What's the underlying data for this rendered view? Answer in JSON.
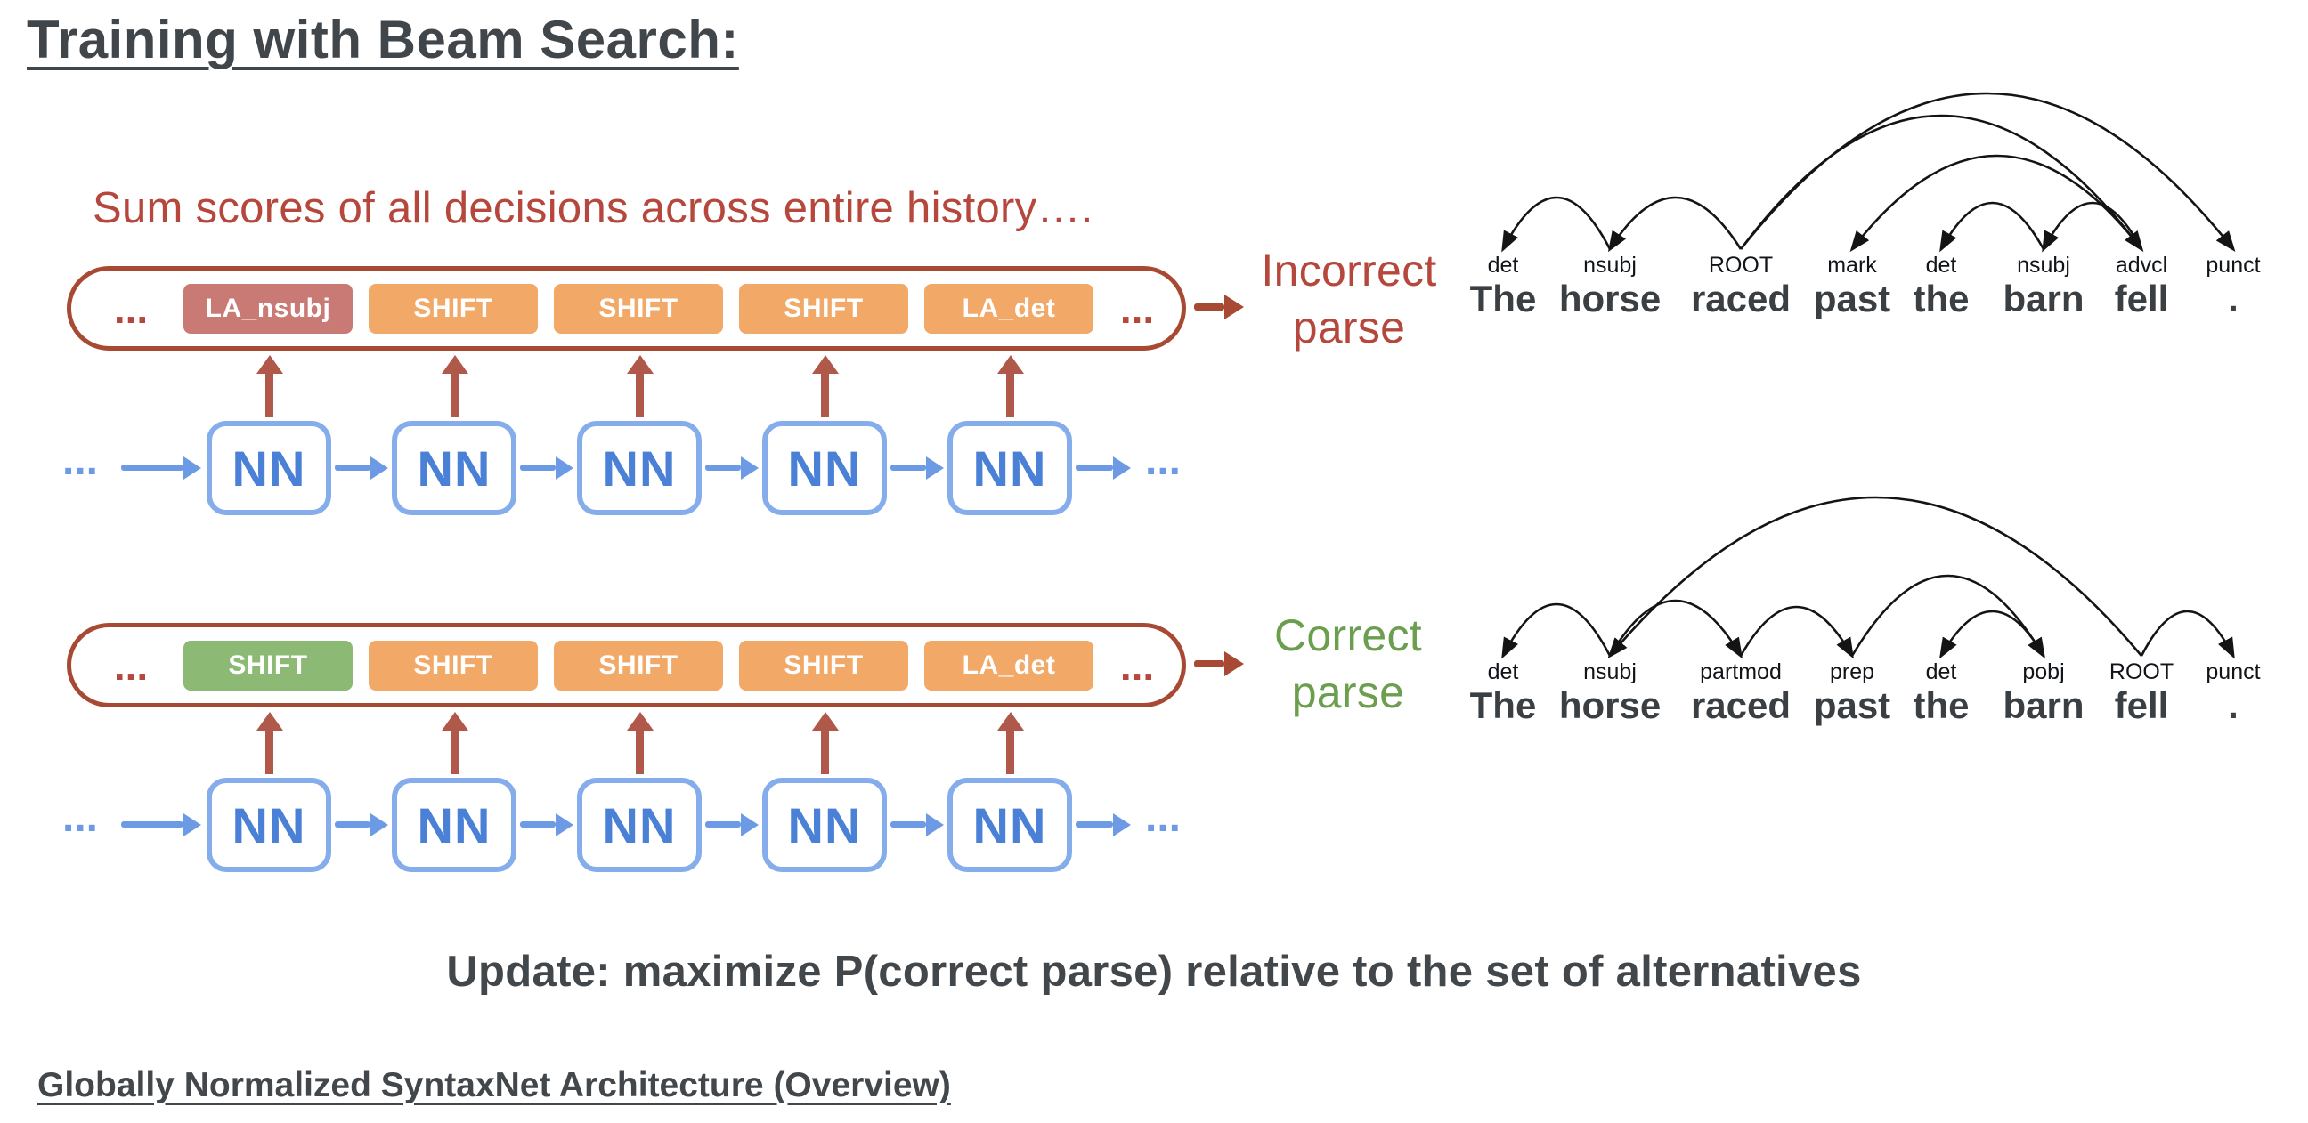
{
  "title": "Training with Beam Search:",
  "subtitle": "Sum scores of all decisions across entire history….",
  "ellipsis": "...",
  "nn_label": "NN",
  "update_text": "Update: maximize P(correct parse) relative to the set of alternatives",
  "footer": "Globally Normalized SyntaxNet Architecture (Overview)",
  "sequences": {
    "incorrect": {
      "label_line1": "Incorrect",
      "label_line2": "parse",
      "items": [
        {
          "label": "LA_nsubj",
          "style": "wrong"
        },
        {
          "label": "SHIFT",
          "style": "neutral"
        },
        {
          "label": "SHIFT",
          "style": "neutral"
        },
        {
          "label": "SHIFT",
          "style": "neutral"
        },
        {
          "label": "LA_det",
          "style": "neutral"
        }
      ]
    },
    "correct": {
      "label_line1": "Correct",
      "label_line2": "parse",
      "items": [
        {
          "label": "SHIFT",
          "style": "correct"
        },
        {
          "label": "SHIFT",
          "style": "neutral"
        },
        {
          "label": "SHIFT",
          "style": "neutral"
        },
        {
          "label": "SHIFT",
          "style": "neutral"
        },
        {
          "label": "LA_det",
          "style": "neutral"
        }
      ]
    }
  },
  "parses": {
    "columns_x": [
      48,
      168,
      315,
      440,
      540,
      655,
      765,
      868
    ],
    "incorrect": {
      "labels": [
        "det",
        "nsubj",
        "ROOT",
        "mark",
        "det",
        "nsubj",
        "advcl",
        "punct"
      ],
      "words": [
        "The",
        "horse",
        "raced",
        "past",
        "the",
        "barn",
        "fell",
        "."
      ],
      "arcs": [
        {
          "from": 1,
          "to": 0,
          "h": 58
        },
        {
          "from": 2,
          "to": 1,
          "h": 58
        },
        {
          "from": 2,
          "to": 6,
          "h": 150
        },
        {
          "from": 2,
          "to": 7,
          "h": 175
        },
        {
          "from": 6,
          "to": 3,
          "h": 105
        },
        {
          "from": 6,
          "to": 5,
          "h": 52
        },
        {
          "from": 5,
          "to": 4,
          "h": 52
        }
      ]
    },
    "correct": {
      "labels": [
        "det",
        "nsubj",
        "partmod",
        "prep",
        "det",
        "pobj",
        "ROOT",
        "punct"
      ],
      "words": [
        "The",
        "horse",
        "raced",
        "past",
        "the",
        "barn",
        "fell",
        "."
      ],
      "arcs": [
        {
          "from": 1,
          "to": 0,
          "h": 58
        },
        {
          "from": 6,
          "to": 1,
          "h": 178
        },
        {
          "from": 1,
          "to": 2,
          "h": 62
        },
        {
          "from": 2,
          "to": 3,
          "h": 55
        },
        {
          "from": 3,
          "to": 5,
          "h": 90
        },
        {
          "from": 5,
          "to": 4,
          "h": 50
        },
        {
          "from": 6,
          "to": 7,
          "h": 50
        }
      ]
    }
  },
  "colors": {
    "pill-border": "#a84a33",
    "red-arrow": "#b0584a",
    "red-text": "#b5473c",
    "orange-box": "#f2a867",
    "salmon-box": "#ca7a75",
    "green-box": "#8cba74",
    "green-text": "#6b9e4e",
    "blue-border": "#85aceb",
    "blue-text": "#4a80d6",
    "blue-arrow": "#6d9ae4",
    "dark-text": "#42474c"
  }
}
